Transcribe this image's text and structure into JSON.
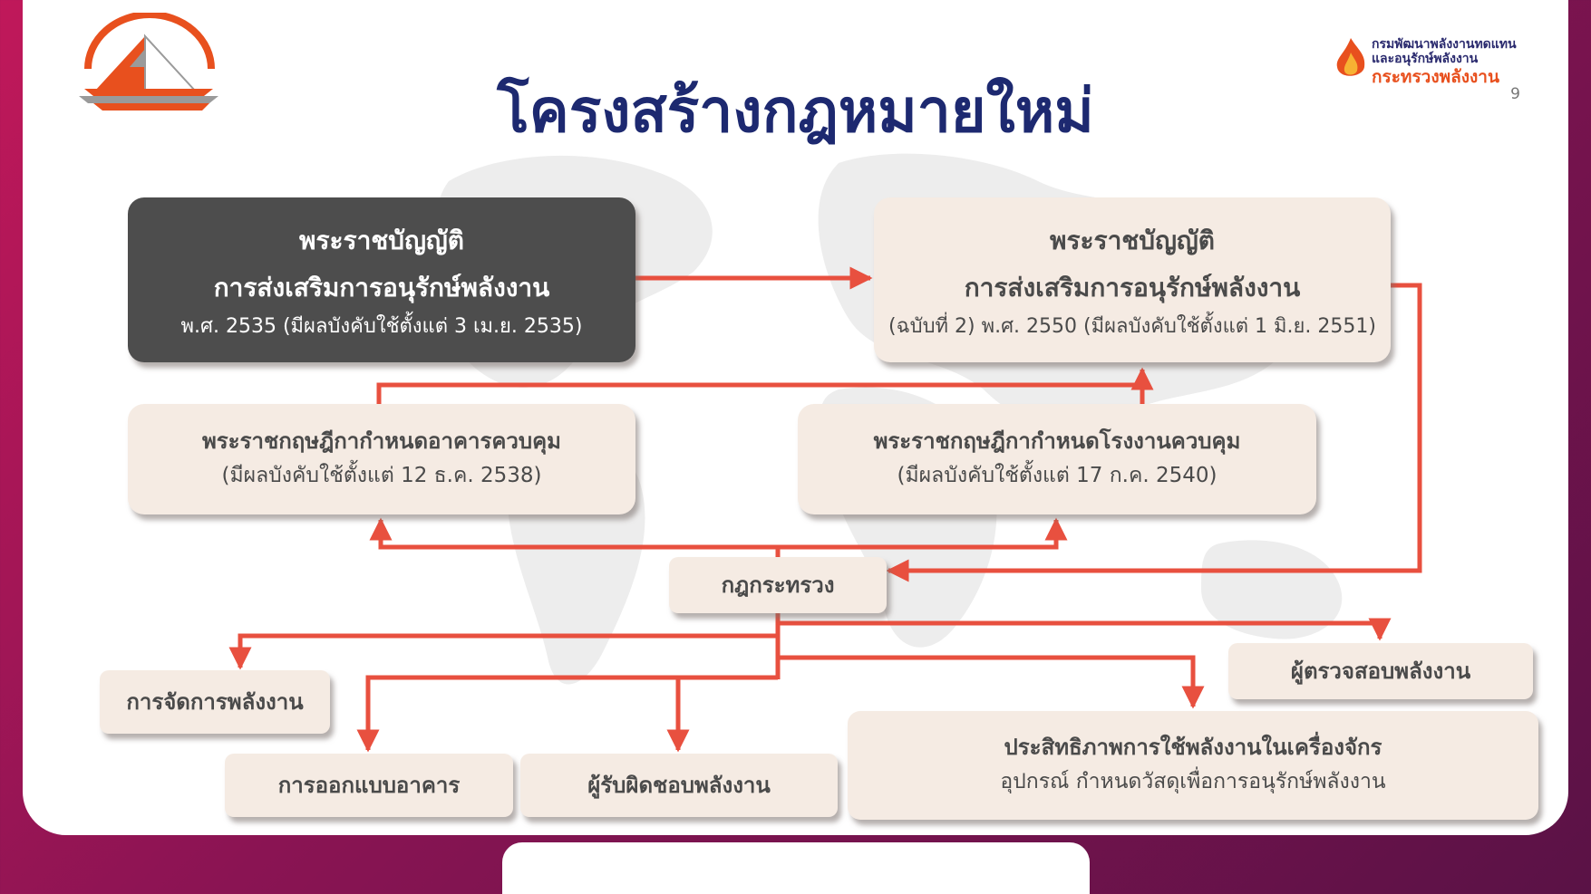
{
  "title": "โครงสร้างกฎหมายใหม่",
  "slide_number": "9",
  "department": {
    "line1": "กรมพัฒนาพลังงานทดแทน",
    "line2": "และอนุรักษ์พลังงาน",
    "line3": "กระทรวงพลังงาน"
  },
  "colors": {
    "title": "#1d2970",
    "connector": "#e8503f",
    "box_fill": "#f5ebe3",
    "box_dark": "#4d4d4d",
    "background_magenta": "#b0185a"
  },
  "icons": [
    "pyramid-logo",
    "flame-logo"
  ],
  "boxes": {
    "act_2535": {
      "line1": "พระราชบัญญัติ",
      "line2": "การส่งเสริมการอนุรักษ์พลังงาน",
      "line3": "พ.ศ. 2535 (มีผลบังคับใช้ตั้งแต่ 3 เม.ย. 2535)"
    },
    "act_2550": {
      "line1": "พระราชบัญญัติ",
      "line2": "การส่งเสริมการอนุรักษ์พลังงาน",
      "line3": "(ฉบับที่ 2) พ.ศ. 2550 (มีผลบังคับใช้ตั้งแต่ 1 มิ.ย. 2551)"
    },
    "decree_building": {
      "line1": "พระราชกฤษฎีกากำหนดอาคารควบคุม",
      "line2": "(มีผลบังคับใช้ตั้งแต่ 12 ธ.ค. 2538)"
    },
    "decree_factory": {
      "line1": "พระราชกฤษฎีกากำหนดโรงงานควบคุม",
      "line2": "(มีผลบังคับใช้ตั้งแต่ 17 ก.ค. 2540)"
    },
    "ministerial_reg": {
      "label": "กฎกระทรวง"
    },
    "energy_management": {
      "label": "การจัดการพลังงาน"
    },
    "energy_auditor": {
      "label": "ผู้ตรวจสอบพลังงาน"
    },
    "building_design": {
      "label": "การออกแบบอาคาร"
    },
    "energy_responsible": {
      "label": "ผู้รับผิดชอบพลังงาน"
    },
    "machine_efficiency": {
      "line1": "ประสิทธิภาพการใช้พลังงานในเครื่องจักร",
      "line2": "อุปกรณ์ กำหนดวัสดุเพื่อการอนุรักษ์พลังงาน"
    }
  }
}
